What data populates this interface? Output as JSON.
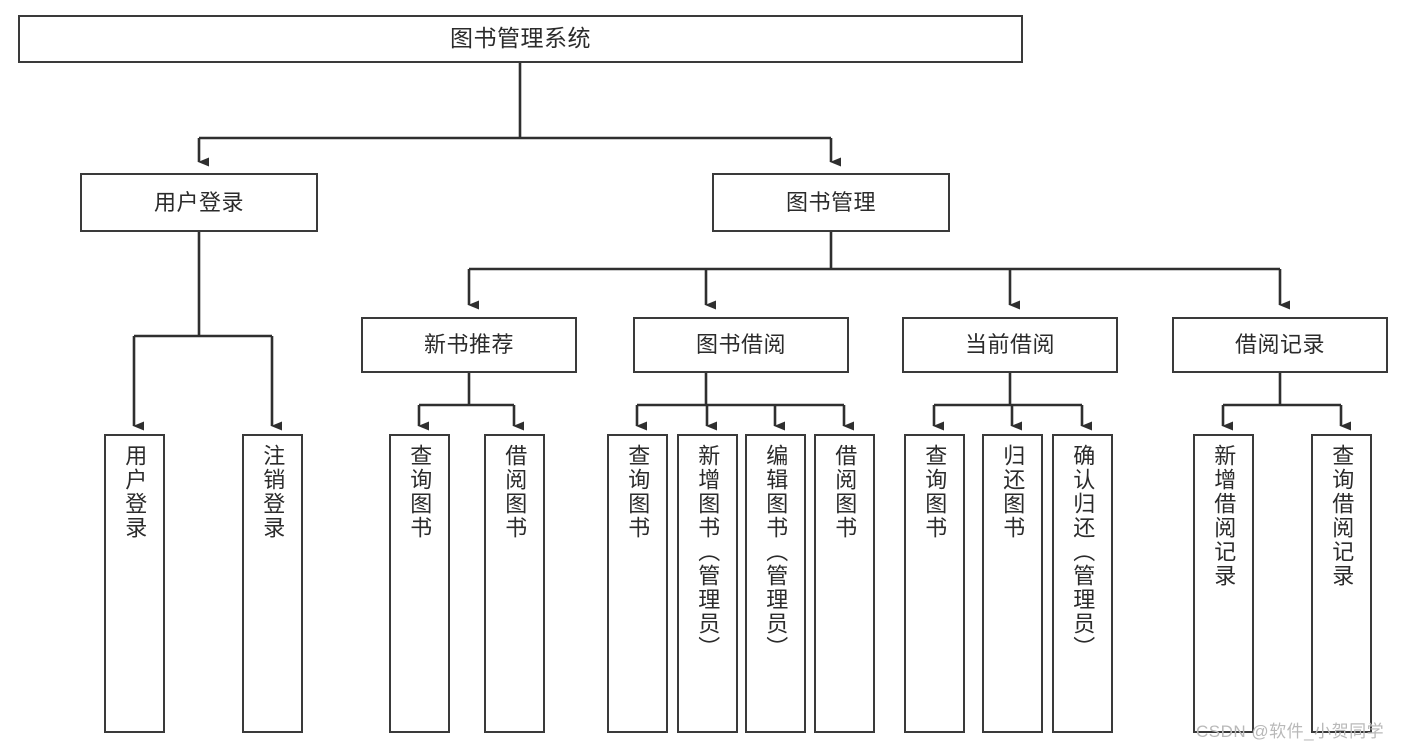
{
  "diagram": {
    "title": "图书管理系统",
    "type": "tree-hierarchy",
    "watermark": "CSDN @软件_小贺同学",
    "colors": {
      "box_border": "#3a3a3a",
      "box_fill": "#ffffff",
      "edge": "#2f2f2f",
      "text": "#2b2b2b",
      "watermark": "#b9b9b9",
      "background": "#ffffff"
    },
    "levels": {
      "level1": [
        {
          "id": "root",
          "label": "图书管理系统",
          "orientation": "horizontal"
        }
      ],
      "level2": [
        {
          "id": "user-login",
          "label": "用户登录",
          "orientation": "horizontal"
        },
        {
          "id": "book-manage",
          "label": "图书管理",
          "orientation": "horizontal"
        }
      ],
      "level3": [
        {
          "id": "new-book-rec",
          "label": "新书推荐",
          "orientation": "horizontal"
        },
        {
          "id": "book-borrow",
          "label": "图书借阅",
          "orientation": "horizontal"
        },
        {
          "id": "current-borrow",
          "label": "当前借阅",
          "orientation": "horizontal"
        },
        {
          "id": "borrow-record",
          "label": "借阅记录",
          "orientation": "horizontal"
        }
      ],
      "level4": [
        {
          "id": "leaf-user-login",
          "label": "用户登录",
          "parent": "user-login",
          "orientation": "vertical"
        },
        {
          "id": "leaf-logout",
          "label": "注销登录",
          "parent": "user-login",
          "orientation": "vertical"
        },
        {
          "id": "leaf-query-book-1",
          "label": "查询图书",
          "parent": "new-book-rec",
          "orientation": "vertical"
        },
        {
          "id": "leaf-borrow-book-1",
          "label": "借阅图书",
          "parent": "new-book-rec",
          "orientation": "vertical"
        },
        {
          "id": "leaf-query-book-2",
          "label": "查询图书",
          "parent": "book-borrow",
          "orientation": "vertical"
        },
        {
          "id": "leaf-add-book",
          "label": "新增图书（管理员）",
          "parent": "book-borrow",
          "orientation": "vertical"
        },
        {
          "id": "leaf-edit-book",
          "label": "编辑图书（管理员）",
          "parent": "book-borrow",
          "orientation": "vertical"
        },
        {
          "id": "leaf-borrow-book-2",
          "label": "借阅图书",
          "parent": "book-borrow",
          "orientation": "vertical"
        },
        {
          "id": "leaf-query-book-3",
          "label": "查询图书",
          "parent": "current-borrow",
          "orientation": "vertical"
        },
        {
          "id": "leaf-return-book",
          "label": "归还图书",
          "parent": "current-borrow",
          "orientation": "vertical"
        },
        {
          "id": "leaf-confirm-return",
          "label": "确认归还（管理员）",
          "parent": "current-borrow",
          "orientation": "vertical"
        },
        {
          "id": "leaf-add-record",
          "label": "新增借阅记录",
          "parent": "borrow-record",
          "orientation": "vertical"
        },
        {
          "id": "leaf-query-record",
          "label": "查询借阅记录",
          "parent": "borrow-record",
          "orientation": "vertical"
        }
      ]
    }
  }
}
